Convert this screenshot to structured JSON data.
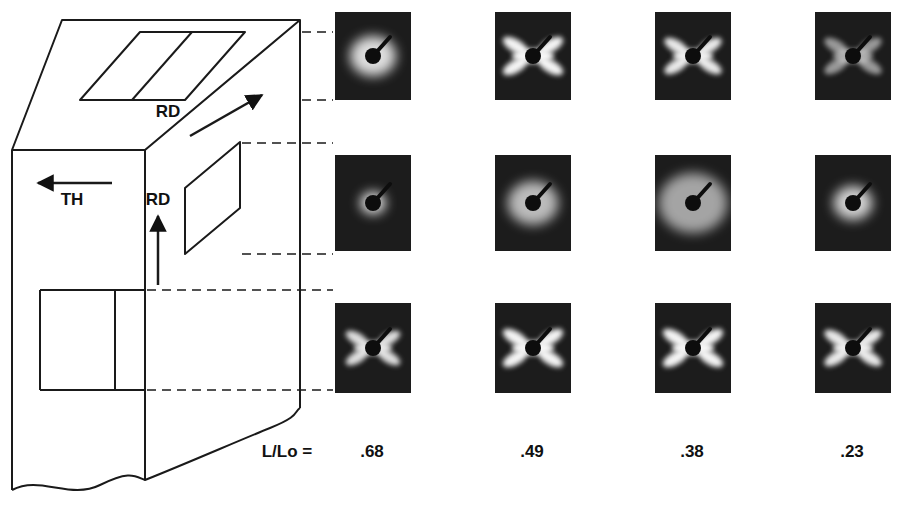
{
  "diagram": {
    "labels": [
      "RD",
      "TH",
      "RD",
      "L/Lo =",
      ".68",
      ".49",
      ".38",
      ".23"
    ]
  }
}
